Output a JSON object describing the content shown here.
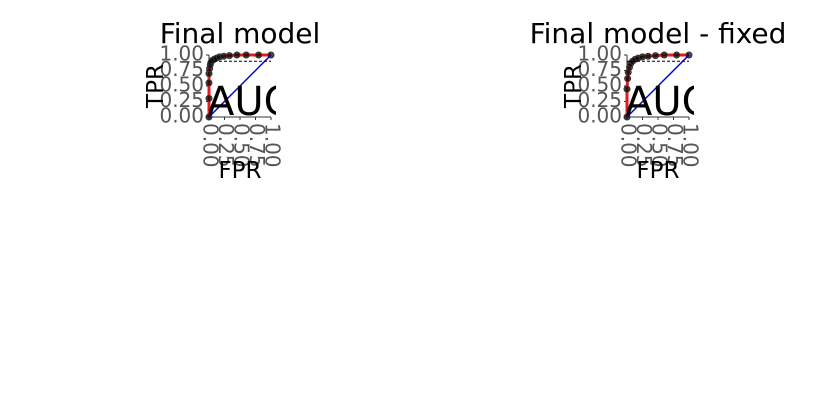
{
  "chart_data": [
    {
      "type": "line",
      "title": "Final model",
      "xlabel": "FPR",
      "ylabel": "TPR",
      "xlim": [
        0,
        1
      ],
      "ylim": [
        0,
        1
      ],
      "x_ticks": [
        "0.00",
        "0.25",
        "0.50",
        "0.75",
        "1.00"
      ],
      "y_ticks": [
        "0.00",
        "0.25",
        "0.50",
        "0.75",
        "1.00"
      ],
      "annotation": "AUC = ",
      "series": [
        {
          "role": "roc-curve",
          "color": "#e41a1c",
          "x": [
            0,
            0,
            0,
            0,
            0.01,
            0.02,
            0.03,
            0.05,
            0.08,
            0.12,
            0.17,
            0.24,
            0.33,
            0.45,
            0.6,
            0.8,
            1.0
          ],
          "y": [
            0,
            0.3,
            0.55,
            0.7,
            0.78,
            0.84,
            0.88,
            0.91,
            0.93,
            0.95,
            0.97,
            0.98,
            0.99,
            1.0,
            1.0,
            1.0,
            1.0
          ]
        },
        {
          "role": "chance-line",
          "color": "#0000cc",
          "x": [
            0,
            1
          ],
          "y": [
            0,
            1
          ]
        },
        {
          "role": "reference-line",
          "color": "#000000",
          "style": "dashed",
          "x": [
            0,
            1
          ],
          "y": [
            0.9,
            0.9
          ]
        }
      ]
    },
    {
      "type": "line",
      "title": "Final model - fixed",
      "xlabel": "FPR",
      "ylabel": "TPR",
      "xlim": [
        0,
        1
      ],
      "ylim": [
        0,
        1
      ],
      "x_ticks": [
        "0.00",
        "0.25",
        "0.50",
        "0.75",
        "1.00"
      ],
      "y_ticks": [
        "0.00",
        "0.25",
        "0.50",
        "0.75",
        "1.00"
      ],
      "annotation": "AUC = ",
      "series": [
        {
          "role": "roc-curve",
          "color": "#e41a1c",
          "x": [
            0,
            0,
            0.01,
            0.02,
            0.04,
            0.06,
            0.09,
            0.13,
            0.18,
            0.25,
            0.34,
            0.46,
            0.6,
            0.8,
            1.0
          ],
          "y": [
            0,
            0.45,
            0.62,
            0.72,
            0.8,
            0.86,
            0.9,
            0.93,
            0.95,
            0.97,
            0.98,
            0.99,
            1.0,
            1.0,
            1.0
          ]
        },
        {
          "role": "chance-line",
          "color": "#0000cc",
          "x": [
            0,
            1
          ],
          "y": [
            0,
            1
          ]
        },
        {
          "role": "reference-line",
          "color": "#000000",
          "style": "dashed",
          "x": [
            0,
            1
          ],
          "y": [
            0.9,
            0.9
          ]
        }
      ]
    }
  ]
}
